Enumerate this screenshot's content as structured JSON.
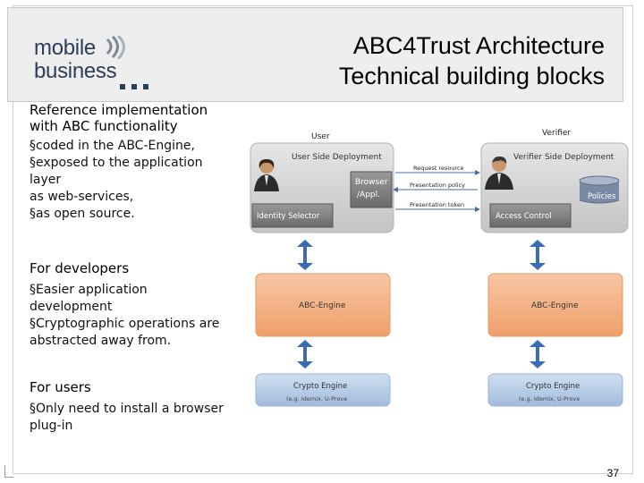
{
  "logo": {
    "line1": "mobile",
    "line2": "business"
  },
  "title": {
    "line1": "ABC4Trust Architecture",
    "line2": "Technical building blocks"
  },
  "sections": [
    {
      "heading_line1": "Reference implementation",
      "heading_line2": "with ABC functionality",
      "lines": [
        "§coded in the ABC-Engine,",
        "§exposed to the application",
        "layer",
        "as web-services,",
        "§as open source."
      ]
    },
    {
      "heading_line1": "For developers",
      "lines": [
        "§Easier application",
        "development",
        "§Cryptographic operations are",
        "abstracted away from."
      ]
    },
    {
      "heading_line1": "For users",
      "lines": [
        "§Only need to install a browser",
        "plug-in"
      ]
    }
  ],
  "diagram": {
    "user_label": "User",
    "verifier_label": "Verifier",
    "user_box": "User Side Deployment",
    "verifier_box": "Verifier Side Deployment",
    "browser_line1": "Browser",
    "browser_line2": "/Appl.",
    "policies": "Policies",
    "identity_selector": "Identity Selector",
    "access_control": "Access Control",
    "msg1": "Request resource",
    "msg2": "Presentation policy",
    "msg3": "Presentation token",
    "abc_engine_left": "ABC-Engine",
    "abc_engine_right": "ABC-Engine",
    "crypto_left": "Crypto Engine",
    "crypto_left_sub": "(e.g. Idemix, U-Prove",
    "crypto_right": "Crypto Engine",
    "crypto_right_sub": "(e.g. Idemix, U-Prove"
  },
  "page_number": "37",
  "colors": {
    "header_bg": "#eeeeee",
    "engine_orange": "#f3b48a",
    "crypto_blue": "#b7cde6",
    "arrow_blue": "#3b6db3",
    "box_gray": "#d2d2d2"
  }
}
